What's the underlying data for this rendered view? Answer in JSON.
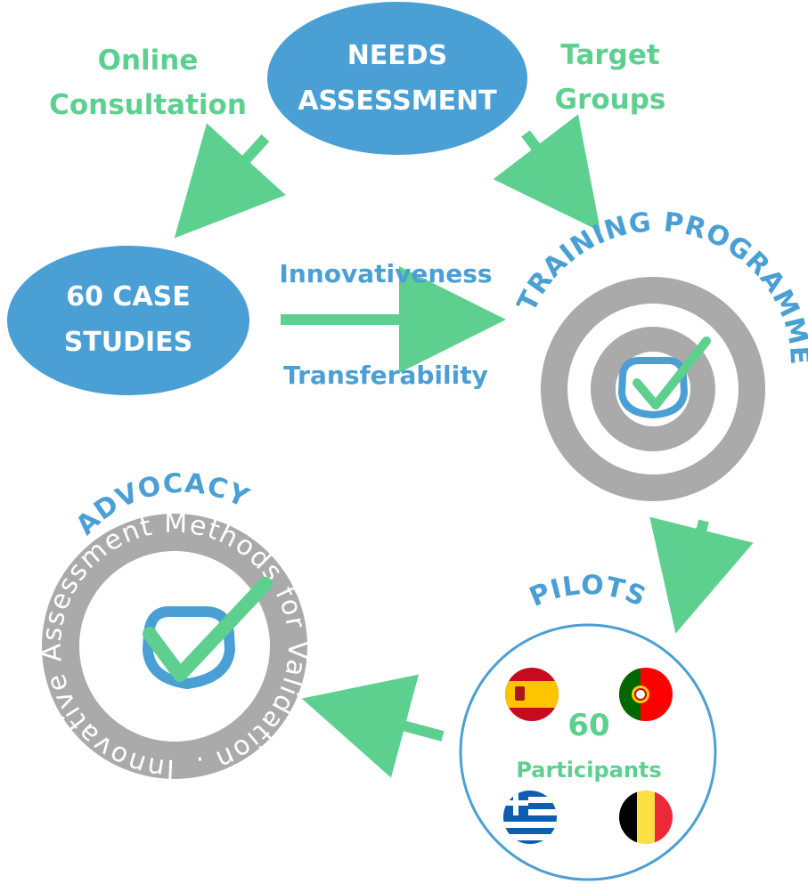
{
  "labels": {
    "online_consultation": [
      "Online",
      "Consultation"
    ],
    "needs_assessment": [
      "NEEDS",
      "ASSESSMENT"
    ],
    "target_groups": [
      "Target",
      "Groups"
    ],
    "case_studies": [
      "60 CASE",
      "STUDIES"
    ],
    "innovativeness": "Innovativeness",
    "transferability": "Transferability",
    "training_programme": "TRAINING PROGRAMME",
    "advocacy": "ADVOCACY",
    "seal_ring": "Innovative Assessment Methods for Validation .",
    "pilots": "PILOTS",
    "participants_count": "60",
    "participants_label": "Participants"
  },
  "colors": {
    "blue": "#4a9fd4",
    "green": "#5dd08f",
    "gray": "#aaaaaa",
    "white": "#ffffff"
  },
  "icons": [
    "check-badge-icon",
    "flag-spain-icon",
    "flag-portugal-icon",
    "flag-greece-icon",
    "flag-belgium-icon"
  ]
}
